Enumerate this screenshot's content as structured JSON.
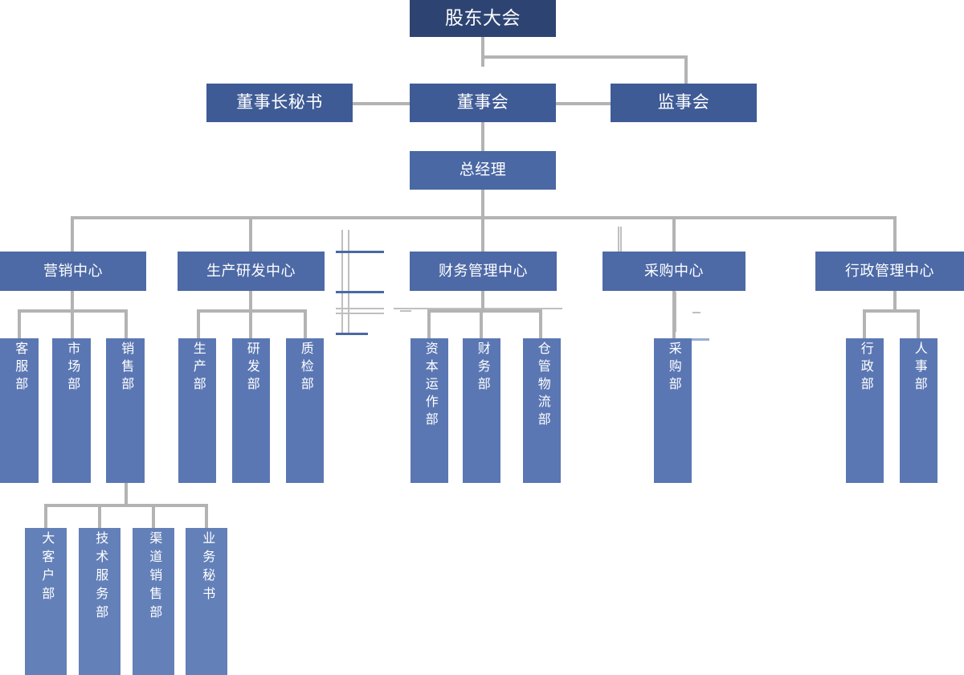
{
  "chart_data": {
    "type": "diagram",
    "subtype": "organization-chart",
    "title": "",
    "orientation": "top-down",
    "levels": 5,
    "node_count": 24,
    "colors": {
      "root_fill": "#2d4473",
      "level2_fill": "#3f5b96",
      "center_fill": "#4d6aa6",
      "department_fill": "#5b77b3",
      "subdepartment_fill": "#6380b8",
      "connector": "#b3b3b3",
      "label_text": "#ffffff",
      "background": "#ffffff"
    },
    "nodes": [
      {
        "id": "n1",
        "label": "股东大会",
        "level": 1,
        "parent": null
      },
      {
        "id": "n2",
        "label": "董事会",
        "level": 2,
        "parent": "n1"
      },
      {
        "id": "n3",
        "label": "董事长秘书",
        "level": 2,
        "parent": "n1"
      },
      {
        "id": "n4",
        "label": "监事会",
        "level": 2,
        "parent": "n1"
      },
      {
        "id": "n5",
        "label": "总经理",
        "level": 3,
        "parent": "n2"
      },
      {
        "id": "n6",
        "label": "营销中心",
        "level": 4,
        "parent": "n5"
      },
      {
        "id": "n7",
        "label": "生产研发中心",
        "level": 4,
        "parent": "n5"
      },
      {
        "id": "n8",
        "label": "财务管理中心",
        "level": 4,
        "parent": "n5"
      },
      {
        "id": "n9",
        "label": "采购中心",
        "level": 4,
        "parent": "n5"
      },
      {
        "id": "n10",
        "label": "行政管理中心",
        "level": 4,
        "parent": "n5"
      },
      {
        "id": "n11",
        "label": "客服部",
        "level": 5,
        "parent": "n6"
      },
      {
        "id": "n12",
        "label": "市场部",
        "level": 5,
        "parent": "n6"
      },
      {
        "id": "n13",
        "label": "销售部",
        "level": 5,
        "parent": "n6"
      },
      {
        "id": "n14",
        "label": "生产部",
        "level": 5,
        "parent": "n7"
      },
      {
        "id": "n15",
        "label": "研发部",
        "level": 5,
        "parent": "n7"
      },
      {
        "id": "n16",
        "label": "质检部",
        "level": 5,
        "parent": "n7"
      },
      {
        "id": "n17",
        "label": "资本运作部",
        "level": 5,
        "parent": "n8"
      },
      {
        "id": "n18",
        "label": "财务部",
        "level": 5,
        "parent": "n8"
      },
      {
        "id": "n19",
        "label": "仓管物流部",
        "level": 5,
        "parent": "n8"
      },
      {
        "id": "n20",
        "label": "采购部",
        "level": 5,
        "parent": "n9"
      },
      {
        "id": "n21",
        "label": "行政部",
        "level": 5,
        "parent": "n10"
      },
      {
        "id": "n22",
        "label": "人事部",
        "level": 5,
        "parent": "n10"
      },
      {
        "id": "n23",
        "label": "大客户部",
        "level": 6,
        "parent": "n13"
      },
      {
        "id": "n24",
        "label": "技术服务部",
        "level": 6,
        "parent": "n13"
      },
      {
        "id": "n25",
        "label": "渠道销售部",
        "level": 6,
        "parent": "n13"
      },
      {
        "id": "n26",
        "label": "业务秘书",
        "level": 6,
        "parent": "n13"
      }
    ]
  },
  "chart": {
    "root": {
      "label": "股东大会"
    },
    "board": {
      "label": "董事会"
    },
    "secretary": {
      "label": "董事长秘书"
    },
    "supervisors": {
      "label": "监事会"
    },
    "gm": {
      "label": "总经理"
    },
    "centers": [
      {
        "label": "营销中心"
      },
      {
        "label": "生产研发中心"
      },
      {
        "label": "财务管理中心"
      },
      {
        "label": "采购中心"
      },
      {
        "label": "行政管理中心"
      }
    ],
    "departments": [
      {
        "label": "客服部"
      },
      {
        "label": "市场部"
      },
      {
        "label": "销售部"
      },
      {
        "label": "生产部"
      },
      {
        "label": "研发部"
      },
      {
        "label": "质检部"
      },
      {
        "label": "资本运作部"
      },
      {
        "label": "财务部"
      },
      {
        "label": "仓管物流部"
      },
      {
        "label": "采购部"
      },
      {
        "label": "行政部"
      },
      {
        "label": "人事部"
      }
    ],
    "sales_subdepartments": [
      {
        "label": "大客户部"
      },
      {
        "label": "技术服务部"
      },
      {
        "label": "渠道销售部"
      },
      {
        "label": "业务秘书"
      }
    ]
  }
}
